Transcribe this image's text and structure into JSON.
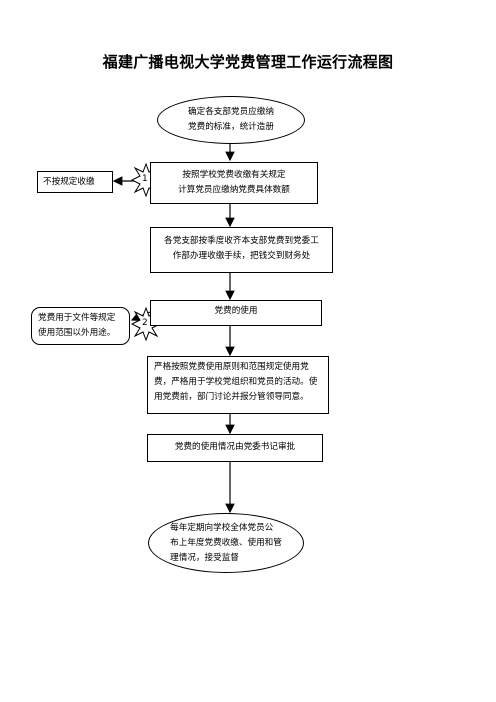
{
  "title": "福建广播电视大学党费管理工作运行流程图",
  "nodes": {
    "start": "确定各支部党员应缴纳\n党费的标准，统计造册",
    "step1": "按照学校党费收缴有关规定\n计算党员应缴纳党费具体数额",
    "step2": "各党支部按季度收齐本支部党费到党委工\n作部办理收缴手续，把钱交到财务处",
    "step3": "党费的使用",
    "step4": "严格按照党费使用原则和范围规定使用党\n费，严格用于学校党组织和党员的活动。使\n用党费前，部门讨论并报分管领导同意。",
    "step5": "党费的使用情况由党委书记审批",
    "end": "每年定期向学校全体党员公\n布上年度党费收缴、使用和管\n理情况，接受监督"
  },
  "side_notes": {
    "note1": "不按规定收缴",
    "note2": "党费用于文件等规定\n使用范围以外用途。"
  },
  "badges": {
    "b1": "1",
    "b2": "2"
  }
}
